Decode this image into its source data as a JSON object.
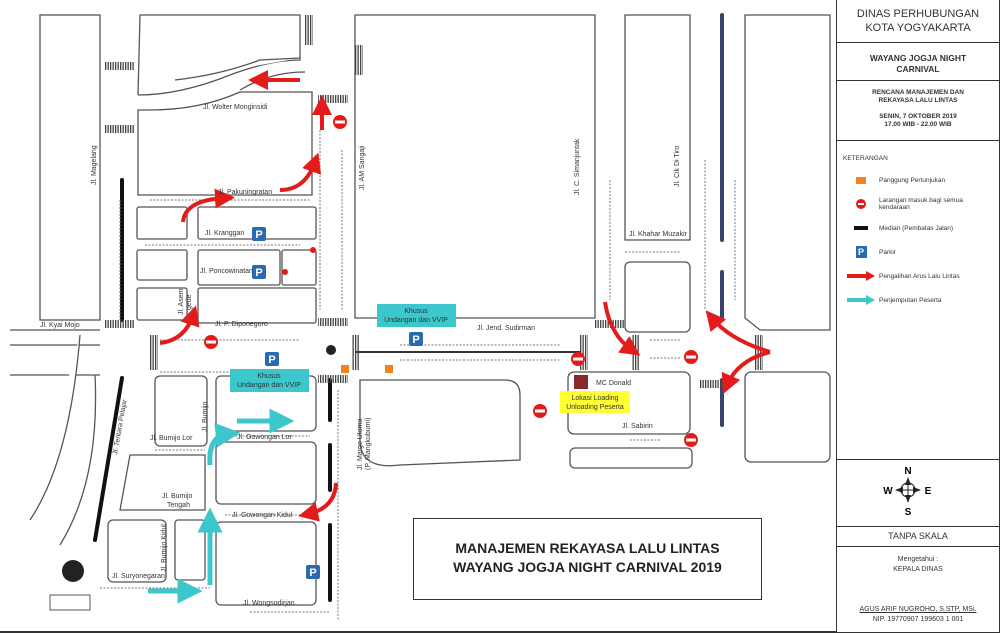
{
  "panel": {
    "agency": [
      "DINAS PERHUBUNGAN",
      "KOTA YOGYAKARTA"
    ],
    "event": [
      "WAYANG JOGJA NIGHT",
      "CARNIVAL"
    ],
    "plan": [
      "RENCANA MANAJEMEN DAN",
      "REKAYASA  LALU LINTAS"
    ],
    "date": "SENIN, 7 OKTOBER 2019",
    "time": "17.00 WIB - 22.00 WIB",
    "legend_title": "KETERANGAN",
    "legend": [
      {
        "icon": "stage-square",
        "color": "#f58220",
        "label": "Panggung Pertunjukan"
      },
      {
        "icon": "no-entry",
        "color": "#e31b1b",
        "label": "Larangan masuk bagi semua kendaraan"
      },
      {
        "icon": "median-bar",
        "color": "#111111",
        "label": "Median (Pembatas Jalan)"
      },
      {
        "icon": "parking",
        "color": "#2a6bb0",
        "label": "Parkir"
      },
      {
        "icon": "red-arrow",
        "color": "#e31b1b",
        "label": "Pengalihan Arus Lalu Lintas"
      },
      {
        "icon": "cyan-arrow",
        "color": "#3cc7cc",
        "label": "Penjemputan Peserta"
      }
    ],
    "compass": {
      "n": "N",
      "s": "S",
      "e": "E",
      "w": "W"
    },
    "scale": "TANPA SKALA",
    "approved_by": [
      "Mengetahui :",
      "KEPALA DINAS"
    ],
    "signatory": "AGUS ARIF NUGROHO, S.STP, MSi.",
    "nip": "NIP. 19770907 199603 1 001"
  },
  "title": [
    "MANAJEMEN REKAYASA LALU LINTAS",
    "WAYANG JOGJA NIGHT CARNIVAL 2019"
  ],
  "streets": {
    "wolter": "Jl. Wolter Monginsidi",
    "magelang": "Jl. Magelang",
    "sangaji": "Jl. AM Sangaji",
    "pakuningratan": "Jl. Pakuningratan",
    "kranggan": "Jl. Kranggan",
    "poncowinatan": "Jl. Poncowinatan",
    "asem1": "Jl. Asem",
    "asem2": "gede",
    "diponegoro": "Jl. P. Diponegoro",
    "kyaimojo": "Jl. Kyai Mojo",
    "tentara": "Jl. Tentara Pelajar",
    "bumijo": "Jl. Bumijo",
    "bumijolor": "Jl. Bumijo Lor",
    "gowonganlor": "Jl. Gowongan Lor",
    "bumijotengah1": "Jl. Bumijo",
    "bumijotengah2": "Tengah",
    "gowongankidul": "Jl. Gowongan Kidul",
    "bumijokidul": "Jl. Bumijo Kidul",
    "suryonegaran": "Jl. Suryonegaran",
    "wongsodirjan": "Jl. Wongsodirjan",
    "margo1": "Jl. Margo Utomo",
    "margo2": "(P. Mangkubumi)",
    "sudirman": "Jl. Jend. Sudirman",
    "simanjuntak": "Jl. C. Simanjuntak",
    "cikditiro": "Jl. Cik Di Tiro",
    "khahar": "Jl. Khahar Muzakir",
    "sabirin": "Jl. Sabirin"
  },
  "notes": {
    "vvip1": [
      "Khusus",
      "Undangan dan  VVIP"
    ],
    "vvip2": [
      "Khusus",
      "Undangan dan  VVIP"
    ],
    "mcd": "MC Donald",
    "loading": [
      "Lokasi Loading",
      "Unloading Peserta"
    ],
    "parking": "P"
  }
}
